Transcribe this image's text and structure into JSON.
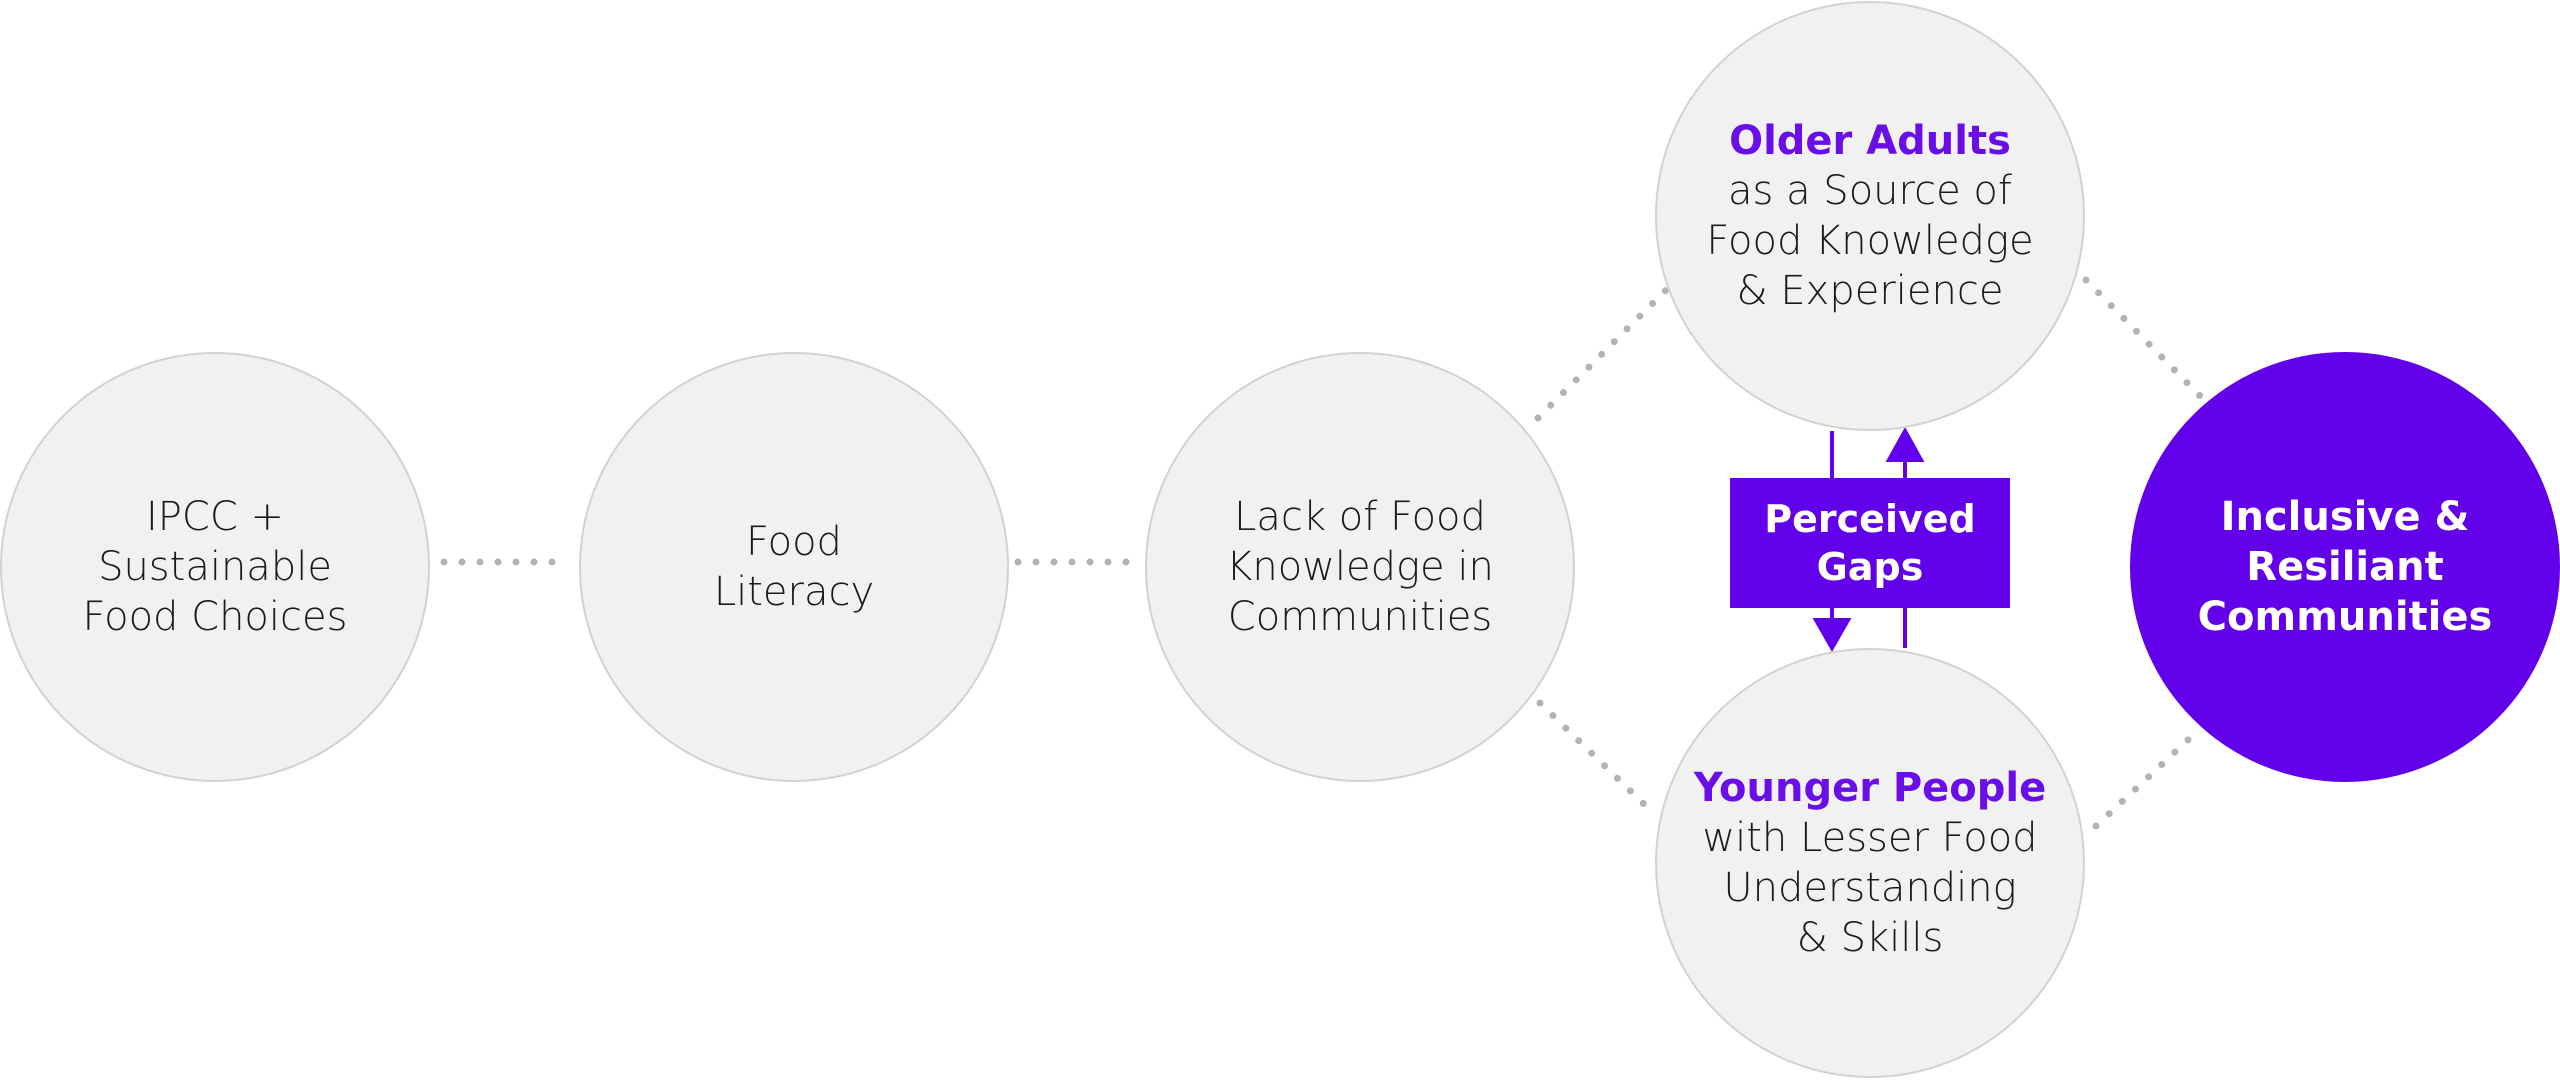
{
  "colors": {
    "accent": "#6200ea",
    "node_fill": "#f1f1f1",
    "node_border": "#d2d2d2",
    "connector": "#b3b3b3"
  },
  "nodes": {
    "ipcc": {
      "lines": [
        "IPCC +",
        "Sustainable",
        "Food Choices"
      ]
    },
    "food_literacy": {
      "lines": [
        "Food",
        "Literacy"
      ]
    },
    "lack_knowledge": {
      "lines": [
        "Lack of Food",
        "Knowledge in",
        "Communities"
      ]
    },
    "older_adults": {
      "heading": "Older Adults",
      "lines": [
        "as a Source of",
        "Food Knowledge",
        "& Experience"
      ]
    },
    "younger_people": {
      "heading": "Younger People",
      "lines": [
        "with Lesser Food",
        "Understanding",
        "& Skills"
      ]
    },
    "inclusive": {
      "lines": [
        "Inclusive &",
        "Resiliant",
        "Communities"
      ]
    }
  },
  "gap_box": {
    "lines": [
      "Perceived",
      "Gaps"
    ]
  }
}
